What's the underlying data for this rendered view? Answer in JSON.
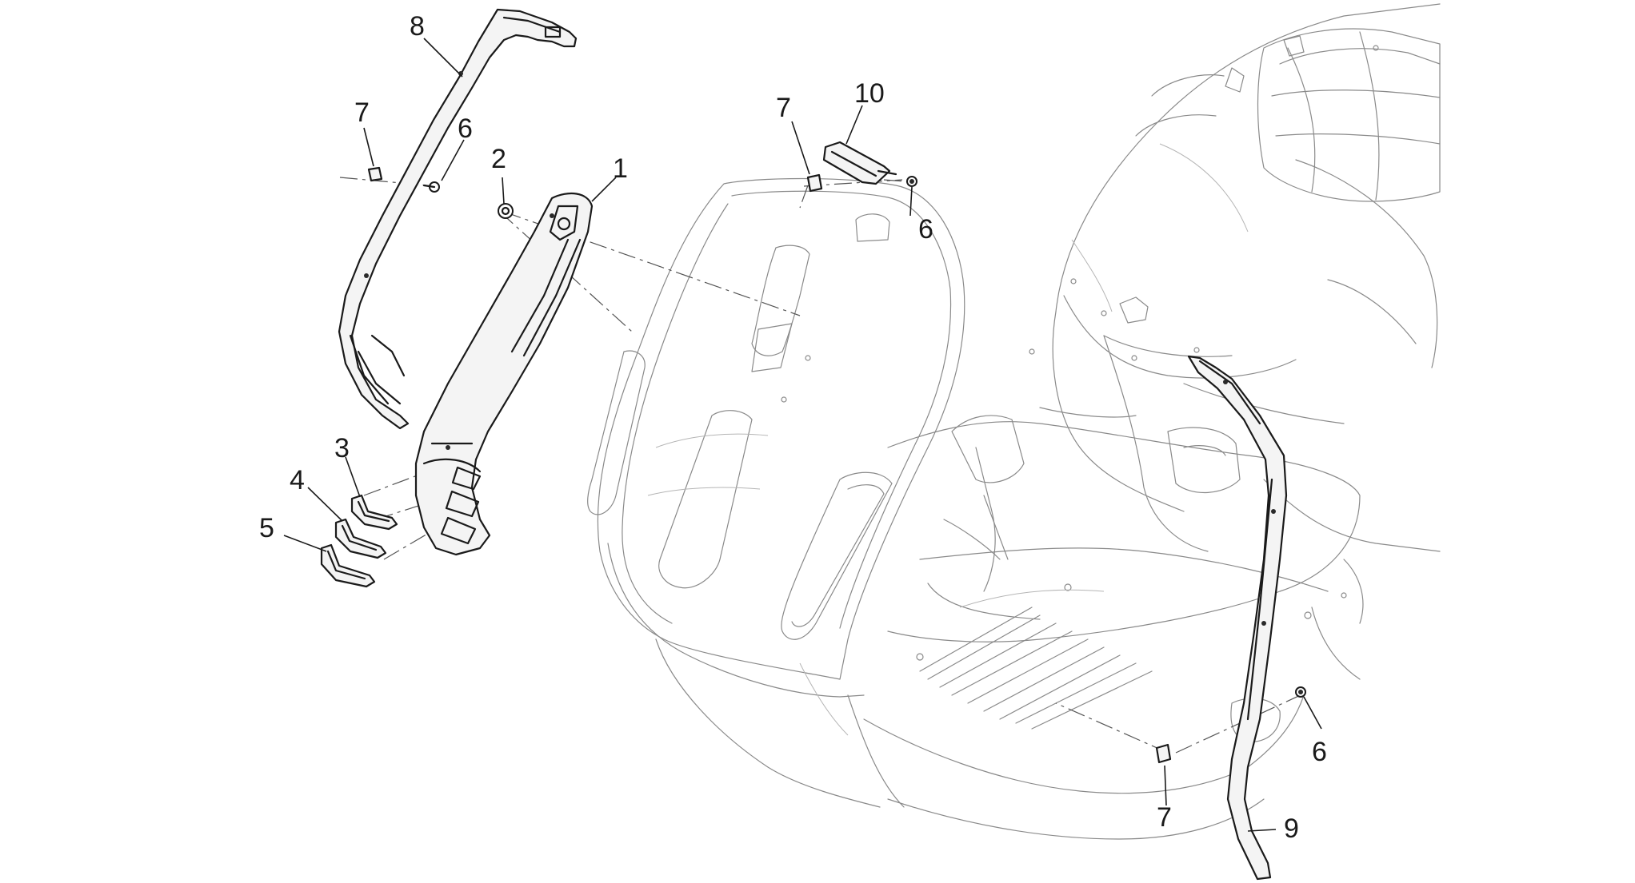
{
  "diagram": {
    "callouts": [
      {
        "id": "c1",
        "text": "1"
      },
      {
        "id": "c2",
        "text": "2"
      },
      {
        "id": "c3",
        "text": "3"
      },
      {
        "id": "c4",
        "text": "4"
      },
      {
        "id": "c5",
        "text": "5"
      },
      {
        "id": "c6a",
        "text": "6"
      },
      {
        "id": "c6b",
        "text": "6"
      },
      {
        "id": "c6c",
        "text": "6"
      },
      {
        "id": "c7a",
        "text": "7"
      },
      {
        "id": "c7b",
        "text": "7"
      },
      {
        "id": "c7c",
        "text": "7"
      },
      {
        "id": "c8",
        "text": "8"
      },
      {
        "id": "c9",
        "text": "9"
      },
      {
        "id": "c10",
        "text": "10"
      }
    ]
  }
}
